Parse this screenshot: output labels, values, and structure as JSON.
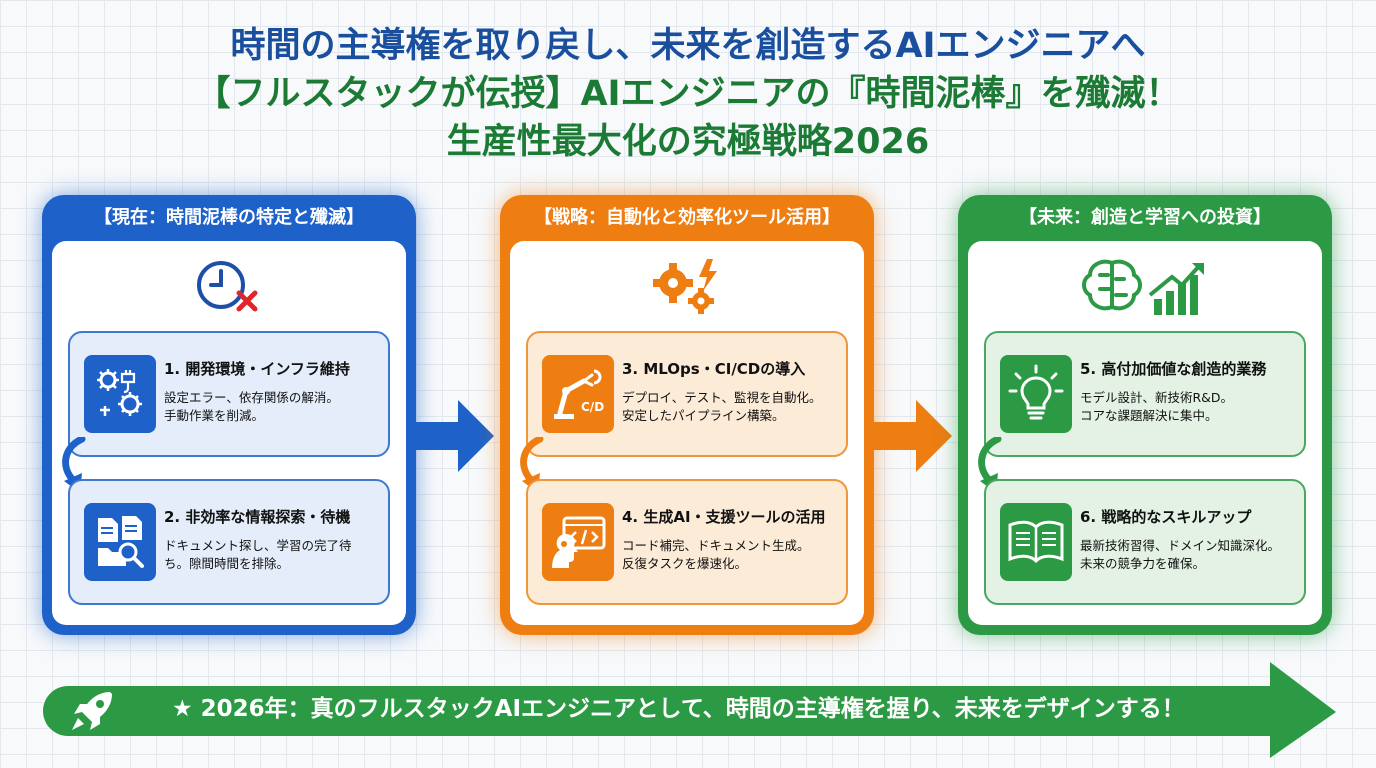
{
  "title": {
    "line1": "時間の主導権を取り戻し、未来を創造するAIエンジニアへ",
    "line2": "【フルスタックが伝授】AIエンジニアの『時間泥棒』を殲滅！",
    "line3": "生産性最大化の究極戦略2026"
  },
  "panels": [
    {
      "header": "【現在：時間泥棒の特定と殲滅】",
      "icon": "clock-x-icon",
      "color": "#1e62c9",
      "cards": [
        {
          "title": "1. 開発環境・インフラ維持",
          "desc1": "設定エラー、依存関係の解消。",
          "desc2": "手動作業を削減。",
          "icon": "gear-plug-icon"
        },
        {
          "title": "2. 非効率な情報探索・待機",
          "desc1": "ドキュメント探し、学習の完了待",
          "desc2": "ち。隙間時間を排除。",
          "icon": "document-search-icon"
        }
      ]
    },
    {
      "header": "【戦略：自動化と効率化ツール活用】",
      "icon": "gears-lightning-icon",
      "color": "#ee7d12",
      "cards": [
        {
          "title": "3. MLOps・CI/CDの導入",
          "desc1": "デプロイ、テスト、監視を自動化。",
          "desc2": "安定したパイプライン構築。",
          "icon": "robot-arm-cicd-icon",
          "icon_label": "C/D"
        },
        {
          "title": "4. 生成AI・支援ツールの活用",
          "desc1": "コード補完、ドキュメント生成。",
          "desc2": "反復タスクを爆速化。",
          "icon": "ai-code-icon"
        }
      ]
    },
    {
      "header": "【未来：創造と学習への投資】",
      "icon": "brain-growth-chart-icon",
      "color": "#2c9a45",
      "cards": [
        {
          "title": "5. 高付加価値な創造的業務",
          "desc1": "モデル設計、新技術R&D。",
          "desc2": "コアな課題解決に集中。",
          "icon": "lightbulb-icon"
        },
        {
          "title": "6. 戦略的なスキルアップ",
          "desc1": "最新技術習得、ドメイン知識深化。",
          "desc2": "未来の競争力を確保。",
          "icon": "open-book-icon"
        }
      ]
    }
  ],
  "banner": {
    "text": "★ 2026年：真のフルスタックAIエンジニアとして、時間の主導権を握り、未来をデザインする！",
    "icon": "rocket-icon",
    "color": "#2c9a45"
  }
}
